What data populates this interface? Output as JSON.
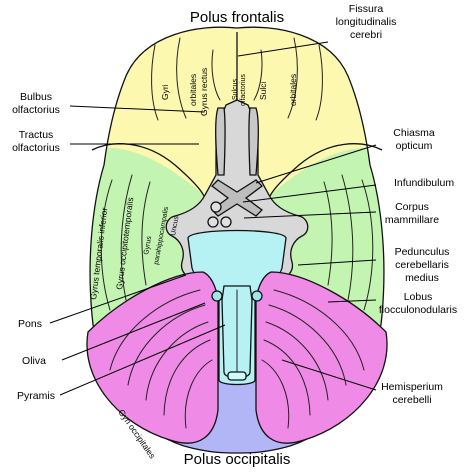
{
  "titles": {
    "top": "Polus frontalis",
    "bottom": "Polus occipitalis"
  },
  "labels": {
    "fissura": [
      "Fissura",
      "longitudinalis",
      "cerebri"
    ],
    "bulbus": [
      "Bulbus",
      "olfactorius"
    ],
    "tractus": [
      "Tractus",
      "olfactorius"
    ],
    "chiasma": [
      "Chiasma",
      "opticum"
    ],
    "infundibulum": "Infundibulum",
    "corpus": [
      "Corpus",
      "mammillare"
    ],
    "pedunculus": [
      "Pedunculus",
      "cerebellaris",
      "medius"
    ],
    "lobus": [
      "Lobus",
      "flocculonodularis"
    ],
    "hemisperium": [
      "Hemisperium",
      "cerebelli"
    ],
    "pons": "Pons",
    "oliva": "Oliva",
    "pyramis": "Pyramis"
  },
  "inner_labels": {
    "gyri_orbitales": [
      "Gyri",
      "orbitales"
    ],
    "gyrus_rectus": "Gyrus rectus",
    "sulcus_olfactorius": [
      "Sulcus",
      "olfactorius"
    ],
    "sulci_orbitales": [
      "Sulci",
      "orbitales"
    ],
    "gyrus_temporalis_inferior": "Gyrus temporalis inferior",
    "gyrus_occipitotemporalis": "Gyrus occipitotemporalis",
    "gyrus_parahippocampalis": [
      "Gyrus",
      "parahippocampalis"
    ],
    "uncus": "Uncus",
    "gyri_occipitales": "Gyri occipitales"
  },
  "colors": {
    "frontal": "#fcf8b0",
    "temporal": "#c3f4b1",
    "occipital": "#b2b6f6",
    "cerebellum": "#ef8ae6",
    "brainstem": "#b6f2f4",
    "gray": "#d8d8d8"
  }
}
